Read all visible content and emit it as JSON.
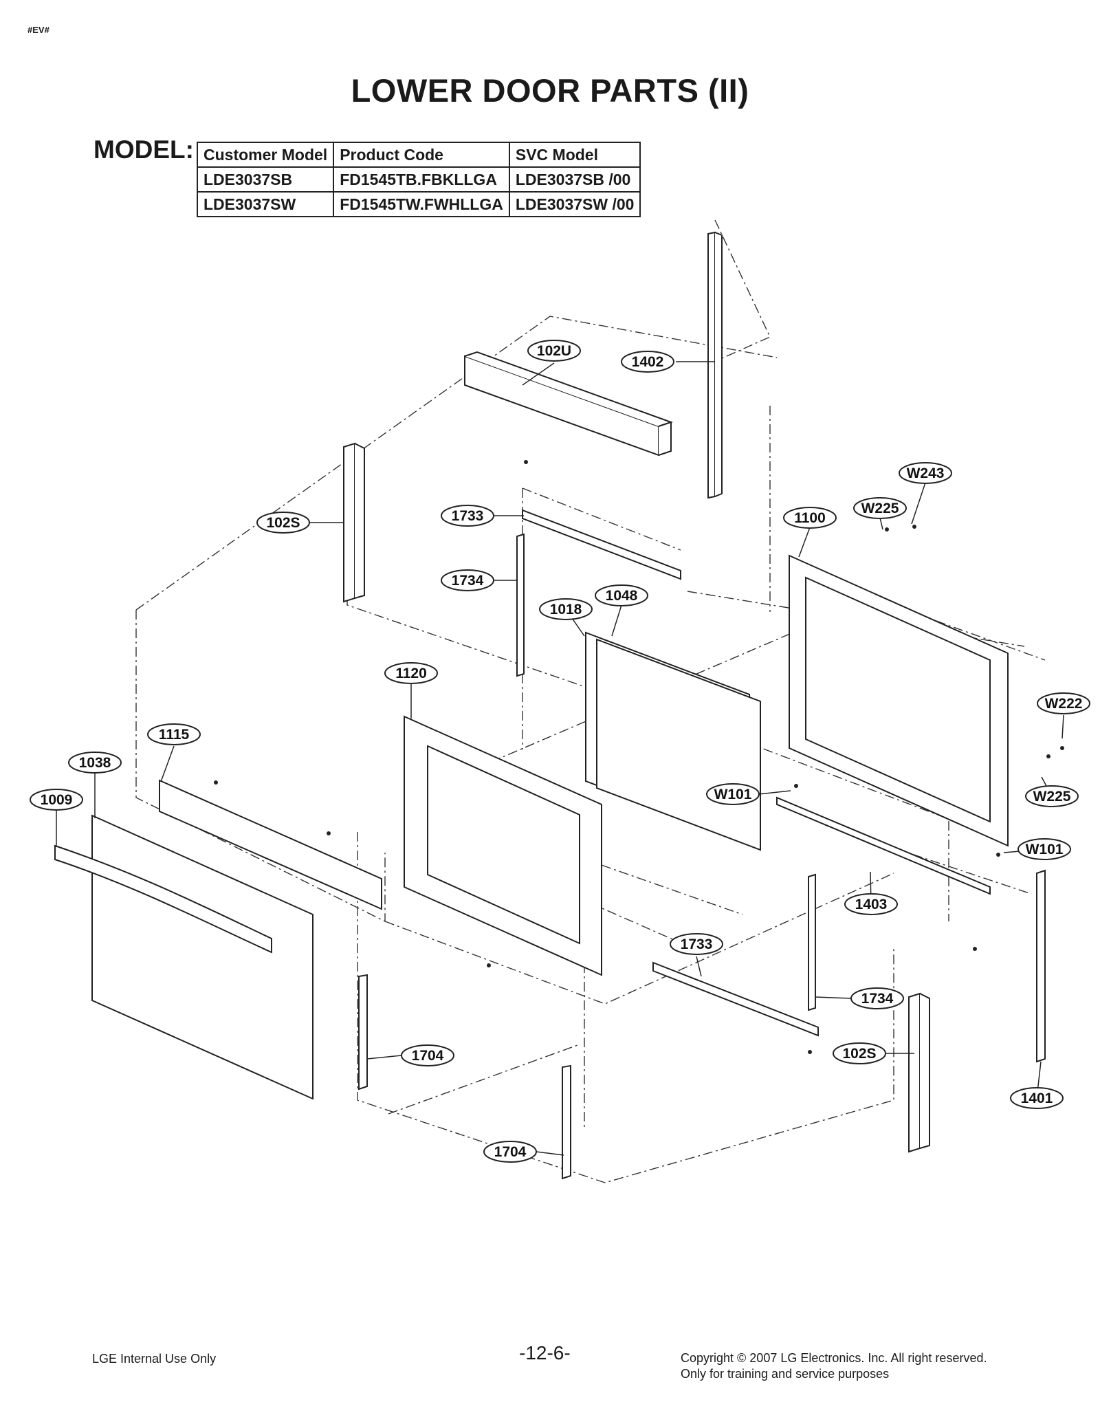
{
  "header": {
    "code": "#EV#",
    "title": "LOWER DOOR PARTS (II)",
    "model_label": "MODEL:"
  },
  "model_table": {
    "headers": [
      "Customer Model",
      "Product Code",
      "SVC Model"
    ],
    "rows": [
      [
        "LDE3037SB",
        "FD1545TB.FBKLLGA",
        "LDE3037SB /00"
      ],
      [
        "LDE3037SW",
        "FD1545TW.FWHLLGA",
        "LDE3037SW /00"
      ]
    ]
  },
  "callouts": [
    "102U",
    "1402",
    "102S",
    "1733",
    "W243",
    "W225",
    "1100",
    "1734",
    "1048",
    "1018",
    "1120",
    "W222",
    "1115",
    "1038",
    "1009",
    "W101",
    "W225",
    "W101",
    "1403",
    "1733",
    "1734",
    "1704",
    "102S",
    "1401",
    "1704"
  ],
  "footer": {
    "left": "LGE Internal Use Only",
    "page": "-12-6-",
    "copyright_line1": "Copyright © 2007 LG Electronics. Inc. All right reserved.",
    "copyright_line2": "Only for training and service purposes"
  }
}
